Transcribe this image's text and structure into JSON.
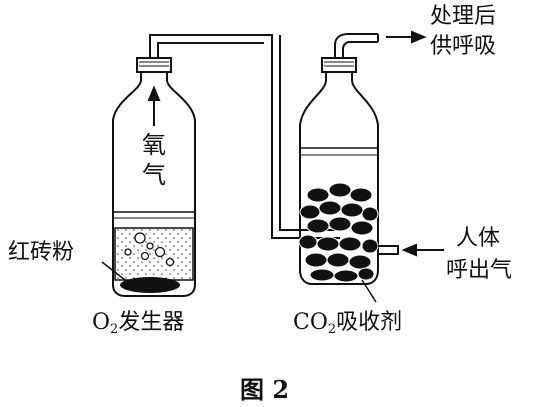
{
  "labels": {
    "oxygen_vertical": "氧气",
    "brick_powder": "红砖粉",
    "generator_prefix": "O",
    "generator_sub": "2",
    "generator_suffix": "发生器",
    "absorbent_prefix": "CO",
    "absorbent_sub": "2",
    "absorbent_suffix": "吸收剂",
    "outlet_line1": "处理后",
    "outlet_line2": "供呼吸",
    "inlet_line1": "人体",
    "inlet_line2": "呼出气"
  },
  "caption": "图 2"
}
